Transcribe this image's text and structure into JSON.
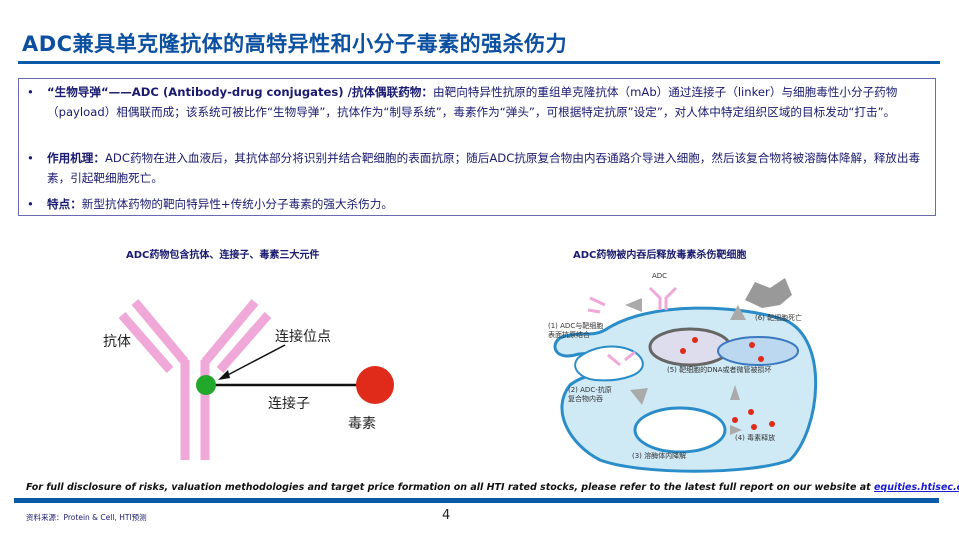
{
  "title": "ADC兼具单克隆抗体的高特异性和小分子毒素的强杀伤力",
  "bullets": [
    {
      "label": "“生物导弹“——ADC (Antibody-drug conjugates) /抗体偶联药物：",
      "text": "由靶向特异性抗原的重组单克隆抗体（mAb）通过连接子（linker）与细胞毒性小分子药物（payload）相偶联而成；该系统可被比作“生物导弹”，抗体作为“制导系统”，毒素作为“弹头”，可根据特定抗原”设定”，对人体中特定组织区域的目标发动“打击”。"
    },
    {
      "label": "作用机理：",
      "text": "ADC药物在进入血液后，其抗体部分将识别并结合靶细胞的表面抗原；随后ADC抗原复合物由内吞通路介导进入细胞，然后该复合物将被溶酶体降解，释放出毒素，引起靶细胞死亡。"
    },
    {
      "label": "特点：",
      "text": "新型抗体药物的靶向特异性+传统小分子毒素的强大杀伤力。"
    }
  ],
  "left_figure": {
    "caption": "ADC药物包含抗体、连接子、毒素三大元件",
    "antibody_label": "抗体",
    "site_label": "连接位点",
    "linker_label": "连接子",
    "toxin_label": "毒素"
  },
  "right_figure": {
    "caption": "ADC药物被内吞后释放毒素杀伤靶细胞",
    "adc_label": "ADC",
    "step1": [
      "(1) ADC与靶细胞",
      "表面抗原结合"
    ],
    "step2": [
      "(2) ADC-抗原",
      "复合物内吞"
    ],
    "step3": "(3) 溶酶体内降解",
    "step4": "(4) 毒素释放",
    "step5": "(5) 靶细胞的DNA或者微管被损坏",
    "step6": "(6) 靶细胞死亡"
  },
  "footer": {
    "disclaimer": "For full disclosure of risks, valuation methodologies and target price formation on all HTI rated stocks, please refer to the latest full report on our website at ",
    "link": "equities.htisec.com",
    "source": "资料来源：Protein & Cell, HTI预测",
    "page": "4"
  },
  "colors": {
    "brand": "#0b5aa8",
    "text": "#1a1a70",
    "antibody": "#f0a8d8",
    "linker_dot": "#22a82a",
    "toxin": "#e02a1a",
    "cell": "#cfe9f5"
  }
}
